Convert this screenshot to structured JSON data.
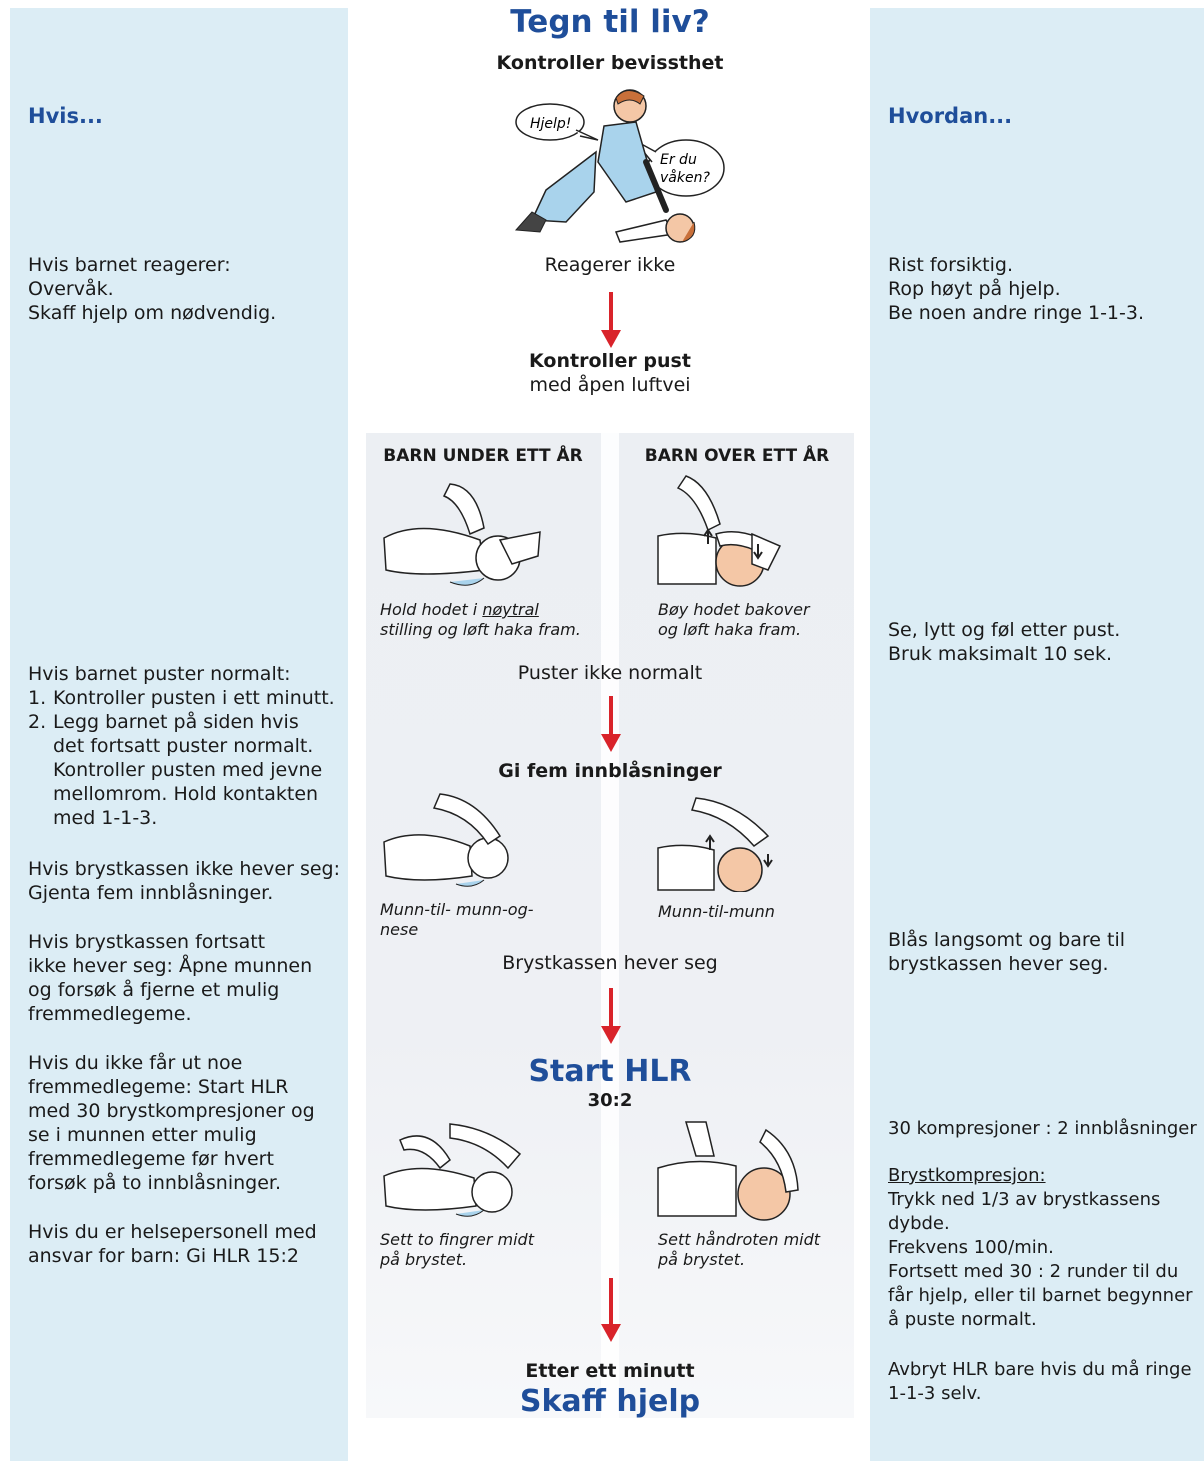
{
  "colors": {
    "blue_title": "#1f4e9a",
    "arrow": "#d9232a",
    "column_bg": "#dcedf5",
    "skin": "#f4c7a6",
    "hair": "#c9703a",
    "shirt": "#a9d3ec"
  },
  "title": "Tegn til liv?",
  "left_header": "Hvis...",
  "right_header": "Hvordan...",
  "step1": {
    "title": "Kontroller bevissthet",
    "bubble_left": "Hjelp!",
    "bubble_right": "Er du\nvåken?",
    "result": "Reagerer ikke"
  },
  "step2": {
    "title": "Kontroller pust",
    "subtitle": "med åpen luftvei"
  },
  "panel": {
    "col1_title": "BARN UNDER ETT ÅR",
    "col2_title": "BARN OVER ETT ÅR",
    "caption_a1_pre": "Hold hodet i ",
    "caption_a1_u": "nøytral",
    "caption_a1_post": "\nstilling og løft haka fram.",
    "caption_a2": "Bøy hodet bakover\nog løft haka fram.",
    "result2": "Puster ikke normalt",
    "step3": "Gi fem innblåsninger",
    "caption_b1": "Munn-til- munn-og-\nnese",
    "caption_b2": "Munn-til-munn",
    "result3": "Brystkassen hever seg",
    "step4": "Start HLR",
    "step4_ratio": "30:2",
    "caption_c1": "Sett to fingrer midt\npå brystet.",
    "caption_c2": "Sett håndroten midt\npå brystet.",
    "step5_pre": "Etter ett minutt",
    "step5": "Skaff hjelp"
  },
  "left": {
    "l1": "Hvis barnet reagerer:\nOvervåk.\nSkaff hjelp om nødvendig.",
    "l2_intro": "Hvis barnet puster normalt:",
    "l2_items": [
      {
        "num": "1.",
        "text": "Kontroller pusten i ett minutt."
      },
      {
        "num": "2.",
        "text": "Legg barnet på siden hvis\ndet fortsatt puster normalt.\nKontroller pusten med jevne\nmellomrom. Hold kontakten\nmed 1-1-3."
      }
    ],
    "l3": "Hvis brystkassen ikke hever seg:\nGjenta fem innblåsninger.",
    "l4": "Hvis brystkassen fortsatt\nikke hever seg: Åpne munnen\nog forsøk å fjerne et mulig\nfremmedlegeme.",
    "l5": "Hvis du ikke får ut noe\nfremmedlegeme: Start HLR\nmed 30 brystkompresjoner og\nse i munnen etter mulig\nfremmedlegeme før hvert\nforsøk på to innblåsninger.",
    "l6": "Hvis du er helsepersonell med\nansvar for barn: Gi HLR 15:2"
  },
  "right": {
    "r1": "Rist forsiktig.\nRop høyt på hjelp.\nBe noen andre ringe 1-1-3.",
    "r2": "Se, lytt og føl etter pust.\nBruk maksimalt 10 sek.",
    "r3": "Blås langsomt og bare til\nbrystkassen hever seg.",
    "r4": "30 kompresjoner : 2 innblåsninger",
    "r5_title": "Brystkompresjon:",
    "r5": "Trykk ned 1/3 av brystkassens dybde.\nFrekvens 100/min.\nFortsett med 30 : 2 runder til du\nfår hjelp, eller til barnet begynner\nå puste normalt.",
    "r6": "Avbryt HLR bare hvis du må ringe\n1-1-3 selv."
  }
}
